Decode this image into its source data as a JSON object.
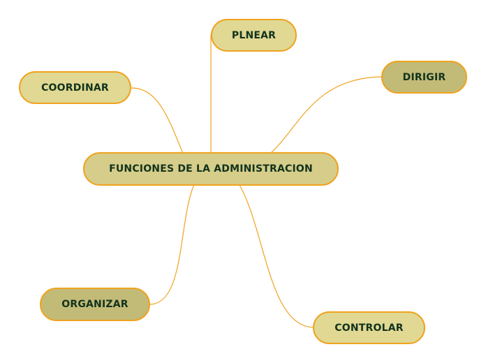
{
  "diagram": {
    "central": "FUNCIONES DE LA ADMINISTRACION",
    "branches": {
      "planear": "PLNEAR",
      "dirigir": "DIRIGIR",
      "coordinar": "COORDINAR",
      "organizar": "ORGANIZAR",
      "controlar": "CONTROLAR"
    }
  },
  "colors": {
    "border": "#f0a21e",
    "link": "#f0a21e",
    "fill_light": "#e0d893",
    "fill_mid": "#d6cd8a",
    "fill_dark": "#c2bb78",
    "text": "#12331d"
  }
}
